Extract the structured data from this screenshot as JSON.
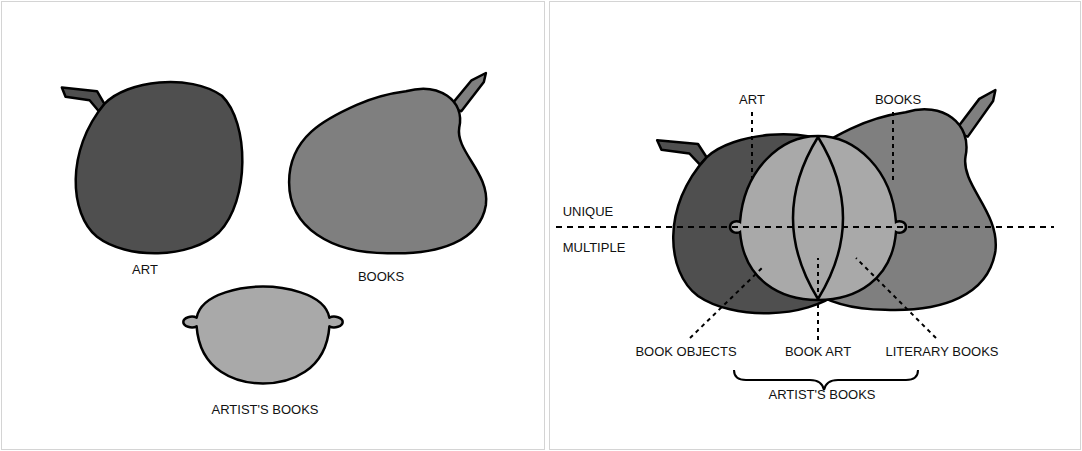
{
  "diagram": {
    "nodes": [
      {
        "text": [
          "ART"
        ]
      },
      {
        "text": [
          "BOOKS"
        ]
      },
      {
        "text": [
          "ARTIST'S BOOKS"
        ]
      },
      {
        "text": [
          "ART"
        ]
      },
      {
        "text": [
          "BOOKS"
        ]
      }
    ],
    "labels": [
      "UNIQUE",
      "MULTIPLE",
      "BOOK OBJECTS",
      "BOOK ART",
      "LITERARY BOOKS",
      "ARTIST'S BOOKS"
    ]
  }
}
